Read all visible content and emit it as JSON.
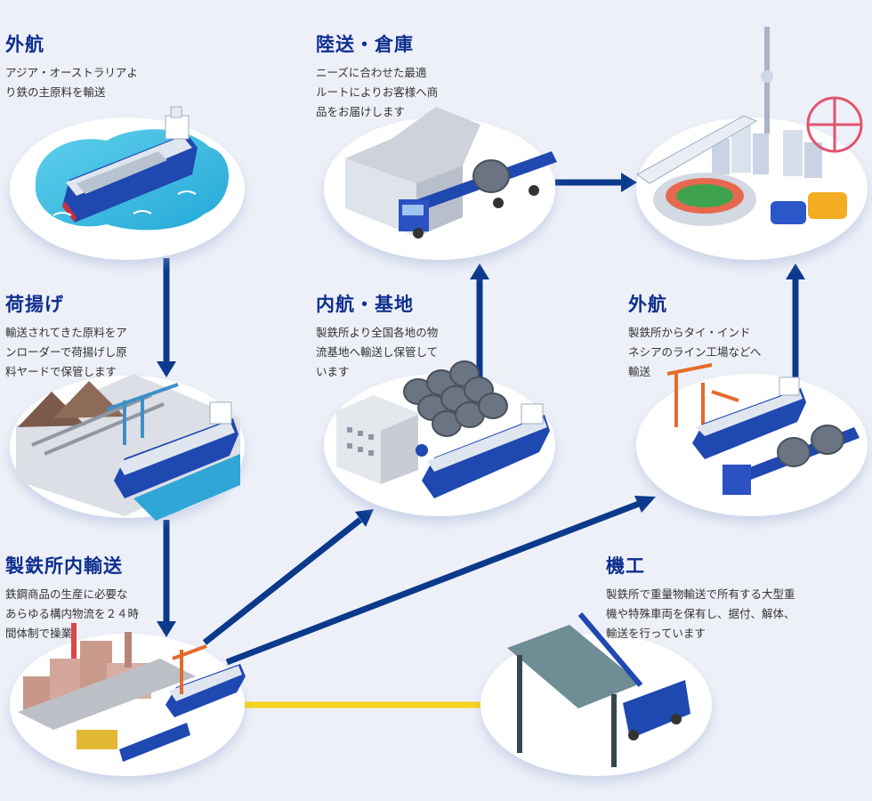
{
  "colors": {
    "background": "#eef0f8",
    "title": "#0e2f8f",
    "arrow": "#0b3a8c",
    "connector": "#f7d21e",
    "disc": "#ffffff"
  },
  "steps": {
    "overseas_import": {
      "title": "外航",
      "desc": [
        "アジア・オーストラリアよ",
        "り鉄の主原料を輸送"
      ]
    },
    "unloading": {
      "title": "荷揚げ",
      "desc": [
        "輸送されてきた原料をア",
        "ンローダーで荷揚げし原",
        "料ヤードで保管します"
      ]
    },
    "in_plant": {
      "title": "製鉄所内輸送",
      "desc": [
        "鉄鋼商品の生産に必要な",
        "あらゆる構内物流を２４時",
        "間体制で操業"
      ]
    },
    "domestic": {
      "title": "内航・基地",
      "desc": [
        "製鉄所より全国各地の物",
        "流基地へ輸送し保管して",
        "います"
      ]
    },
    "land_warehouse": {
      "title": "陸送・倉庫",
      "desc": [
        "ニーズに合わせた最適",
        "ルートによりお客様へ商",
        "品をお届けします"
      ]
    },
    "overseas_export": {
      "title": "外航",
      "desc": [
        "製鉄所からタイ・インド",
        "ネシアのライン工場などへ",
        "輸送"
      ]
    },
    "machinery": {
      "title": "機工",
      "desc": [
        "製鉄所で重量物輸送で所有する大型重",
        "機や特殊車両を保有し、据付、解体、",
        "輸送を行っています"
      ]
    }
  }
}
